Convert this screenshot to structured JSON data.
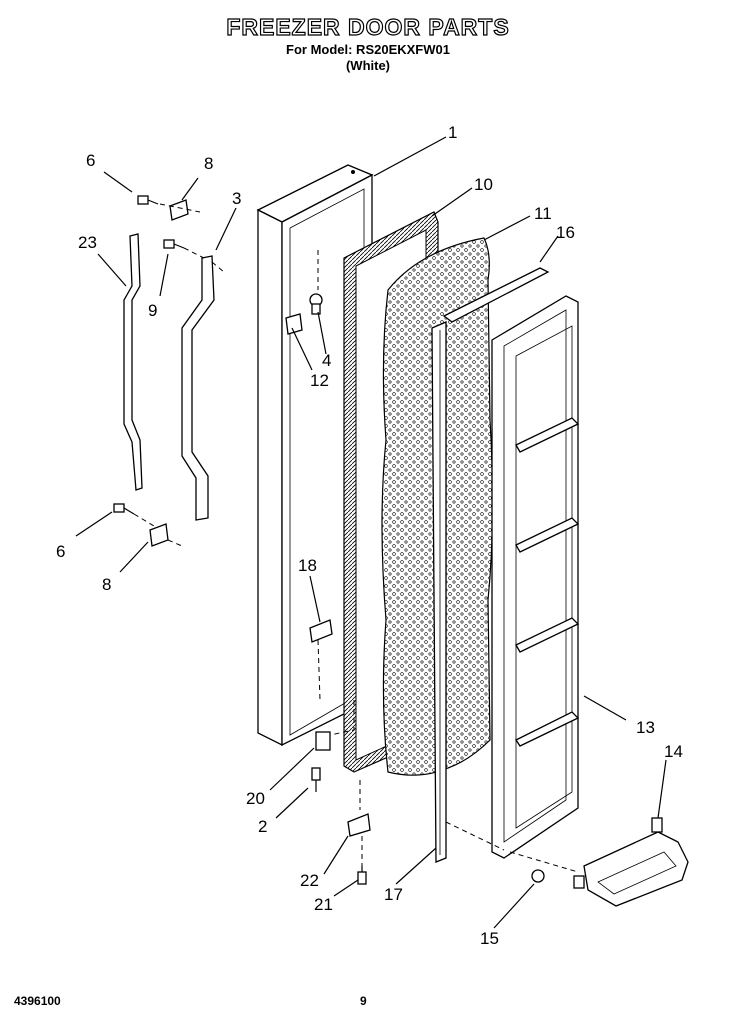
{
  "header": {
    "title": "FREEZER DOOR PARTS",
    "model_line": "For Model: RS20EKXFW01",
    "color_line": "(White)"
  },
  "footer": {
    "doc_number": "4396100",
    "page_number": "9"
  },
  "callouts": [
    "1",
    "10",
    "11",
    "16",
    "6",
    "8",
    "3",
    "23",
    "9",
    "4",
    "12",
    "6",
    "8",
    "18",
    "13",
    "14",
    "20",
    "2",
    "22",
    "21",
    "17",
    "15"
  ]
}
